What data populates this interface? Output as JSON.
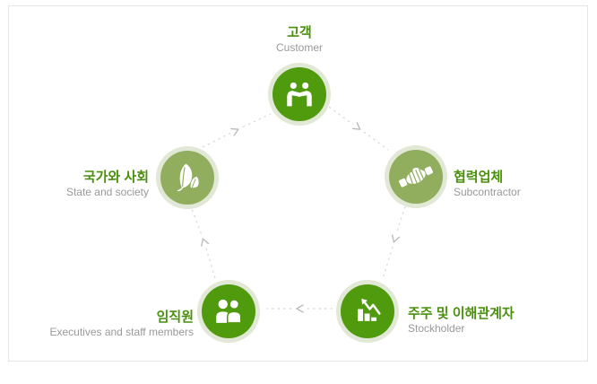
{
  "diagram": {
    "flow_direction": "clockwise",
    "nodes": [
      {
        "id": "customer",
        "label_ko": "고객",
        "label_en": "Customer",
        "icon": "greeting-people-icon",
        "circle_color": "#4f9a0d",
        "position": "top"
      },
      {
        "id": "subcontractor",
        "label_ko": "협력업체",
        "label_en": "Subcontractor",
        "icon": "handshake-icon",
        "circle_color": "#90ae5e",
        "position": "right"
      },
      {
        "id": "stockholder",
        "label_ko": "주주 및 이해관계자",
        "label_en": "Stockholder",
        "icon": "growth-chart-icon",
        "circle_color": "#4f9a0d",
        "position": "bottom-right"
      },
      {
        "id": "staff",
        "label_ko": "임직원",
        "label_en": "Executives and staff members",
        "icon": "two-people-icon",
        "circle_color": "#4f9a0d",
        "position": "bottom-left"
      },
      {
        "id": "state-society",
        "label_ko": "국가와 사회",
        "label_en": "State and society",
        "icon": "leaves-icon",
        "circle_color": "#90ae5e",
        "position": "left"
      }
    ],
    "connections": [
      {
        "from": "state-society",
        "to": "customer"
      },
      {
        "from": "customer",
        "to": "subcontractor"
      },
      {
        "from": "subcontractor",
        "to": "stockholder"
      },
      {
        "from": "stockholder",
        "to": "staff"
      },
      {
        "from": "staff",
        "to": "state-society"
      }
    ],
    "colors": {
      "bright_green": "#4f9a0d",
      "sage_green": "#90ae5e",
      "ring_green": "#e2e8d6",
      "label_green": "#4a8f0d",
      "label_gray": "#999999",
      "connector_gray": "#d8d8d8",
      "chevron_gray": "#bcbcbc",
      "border_gray": "#e6e6e6"
    }
  }
}
